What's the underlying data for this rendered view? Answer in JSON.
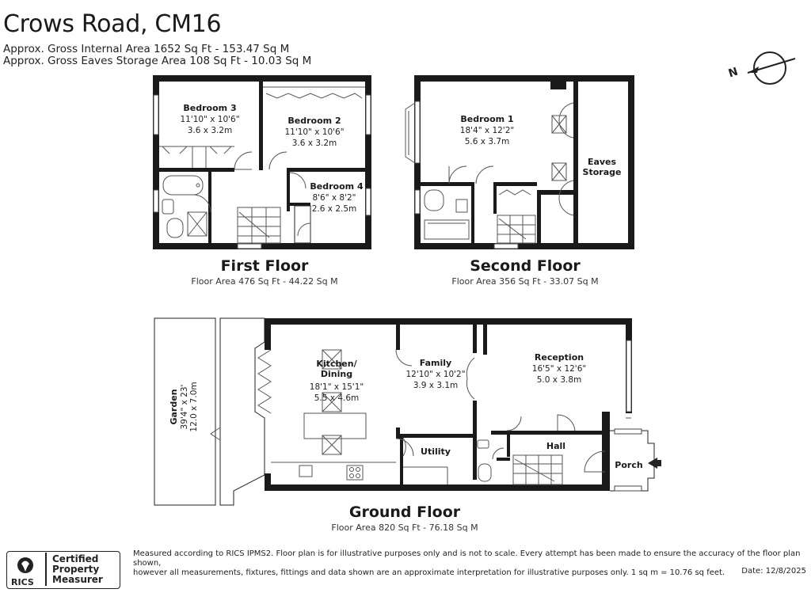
{
  "header": {
    "title": "Crows Road, CM16",
    "internal_area": "Approx. Gross Internal Area 1652 Sq Ft - 153.47 Sq M",
    "eaves_area": "Approx. Gross Eaves Storage Area 108 Sq Ft - 10.03 Sq M"
  },
  "compass": {
    "direction_label": "N"
  },
  "floors": {
    "first": {
      "name": "First Floor",
      "area": "Floor Area 476 Sq Ft - 44.22 Sq M",
      "rooms": [
        {
          "name": "Bedroom 3",
          "imperial": "11'10\" x 10'6\"",
          "metric": "3.6 x 3.2m"
        },
        {
          "name": "Bedroom 2",
          "imperial": "11'10\" x 10'6\"",
          "metric": "3.6 x 3.2m"
        },
        {
          "name": "Bedroom 4",
          "imperial": "8'6\" x 8'2\"",
          "metric": "2.6 x 2.5m"
        }
      ]
    },
    "second": {
      "name": "Second Floor",
      "area": "Floor Area 356 Sq Ft - 33.07 Sq M",
      "rooms": [
        {
          "name": "Bedroom 1",
          "imperial": "18'4\" x 12'2\"",
          "metric": "5.6 x 3.7m"
        },
        {
          "name": "Eaves Storage",
          "name_line1": "Eaves",
          "name_line2": "Storage"
        }
      ]
    },
    "ground": {
      "name": "Ground Floor",
      "area": "Floor Area 820 Sq Ft - 76.18 Sq M",
      "rooms": [
        {
          "name": "Kitchen/ Dining",
          "name_line1": "Kitchen/",
          "name_line2": "Dining",
          "imperial": "18'1\" x 15'1\"",
          "metric": "5.5 x 4.6m"
        },
        {
          "name": "Family",
          "imperial": "12'10\" x 10'2\"",
          "metric": "3.9 x 3.1m"
        },
        {
          "name": "Reception",
          "imperial": "16'5\" x 12'6\"",
          "metric": "5.0 x 3.8m"
        },
        {
          "name": "Utility"
        },
        {
          "name": "Hall"
        },
        {
          "name": "Porch"
        },
        {
          "name": "Garden",
          "imperial": "39'4\" x 23'",
          "metric": "12.0 x 7.0m"
        }
      ]
    }
  },
  "footer": {
    "badge_brand": "RICS",
    "badge_line1": "Certified",
    "badge_line2": "Property",
    "badge_line3": "Measurer",
    "disclaimer_line1": "Measured according to RICS IPMS2. Floor plan is for illustrative purposes only and is not to scale. Every attempt has been made to ensure the accuracy of the floor plan shown,",
    "disclaimer_line2": "however all measurements, fixtures, fittings and data shown are an approximate interpretation for illustrative purposes only. 1 sq m = 10.76 sq feet.",
    "date": "Date: 12/8/2025"
  },
  "colors": {
    "wall": "#1a1a1a",
    "fixture": "#555555",
    "garden_fill": "#ffffff"
  }
}
